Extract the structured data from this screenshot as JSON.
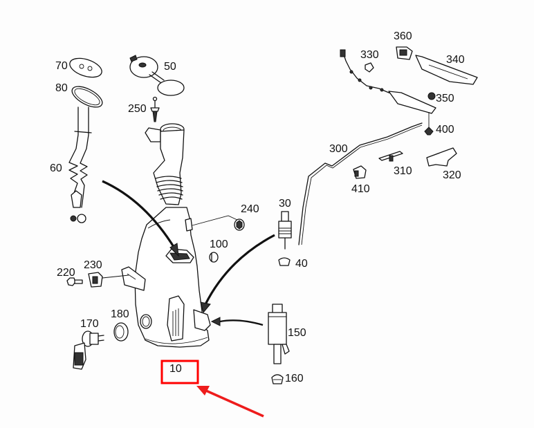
{
  "diagram": {
    "title": "Windshield washer reservoir exploded parts diagram",
    "highlight": {
      "label": "10",
      "color": "#ff0000",
      "arrow_color": "#ee1c1c"
    },
    "callouts": [
      {
        "id": "10",
        "label": "10",
        "part": "washer-reservoir"
      },
      {
        "id": "30",
        "label": "30",
        "part": "headlamp-washer-pump"
      },
      {
        "id": "40",
        "label": "40",
        "part": "pump-grommet"
      },
      {
        "id": "50",
        "label": "50",
        "part": "filler-cap-with-seal"
      },
      {
        "id": "60",
        "label": "60",
        "part": "hose-line-set"
      },
      {
        "id": "70",
        "label": "70",
        "part": "cover-plate"
      },
      {
        "id": "80",
        "label": "80",
        "part": "gasket-ring"
      },
      {
        "id": "100",
        "label": "100",
        "part": "plug"
      },
      {
        "id": "150",
        "label": "150",
        "part": "washer-pump"
      },
      {
        "id": "160",
        "label": "160",
        "part": "pump-grommet"
      },
      {
        "id": "170",
        "label": "170",
        "part": "level-sensor"
      },
      {
        "id": "180",
        "label": "180",
        "part": "sensor-grommet"
      },
      {
        "id": "220",
        "label": "220",
        "part": "bolt"
      },
      {
        "id": "230",
        "label": "230",
        "part": "clip-nut"
      },
      {
        "id": "240",
        "label": "240",
        "part": "nut"
      },
      {
        "id": "250",
        "label": "250",
        "part": "push-rivet"
      },
      {
        "id": "300",
        "label": "300",
        "part": "hose-line"
      },
      {
        "id": "310",
        "label": "310",
        "part": "hose-clip"
      },
      {
        "id": "320",
        "label": "320",
        "part": "bracket"
      },
      {
        "id": "330",
        "label": "330",
        "part": "clip"
      },
      {
        "id": "340",
        "label": "340",
        "part": "cover-trim"
      },
      {
        "id": "350",
        "label": "350",
        "part": "grommet"
      },
      {
        "id": "360",
        "label": "360",
        "part": "holder"
      },
      {
        "id": "400",
        "label": "400",
        "part": "spray-nozzle"
      },
      {
        "id": "410",
        "label": "410",
        "part": "connector"
      }
    ]
  }
}
